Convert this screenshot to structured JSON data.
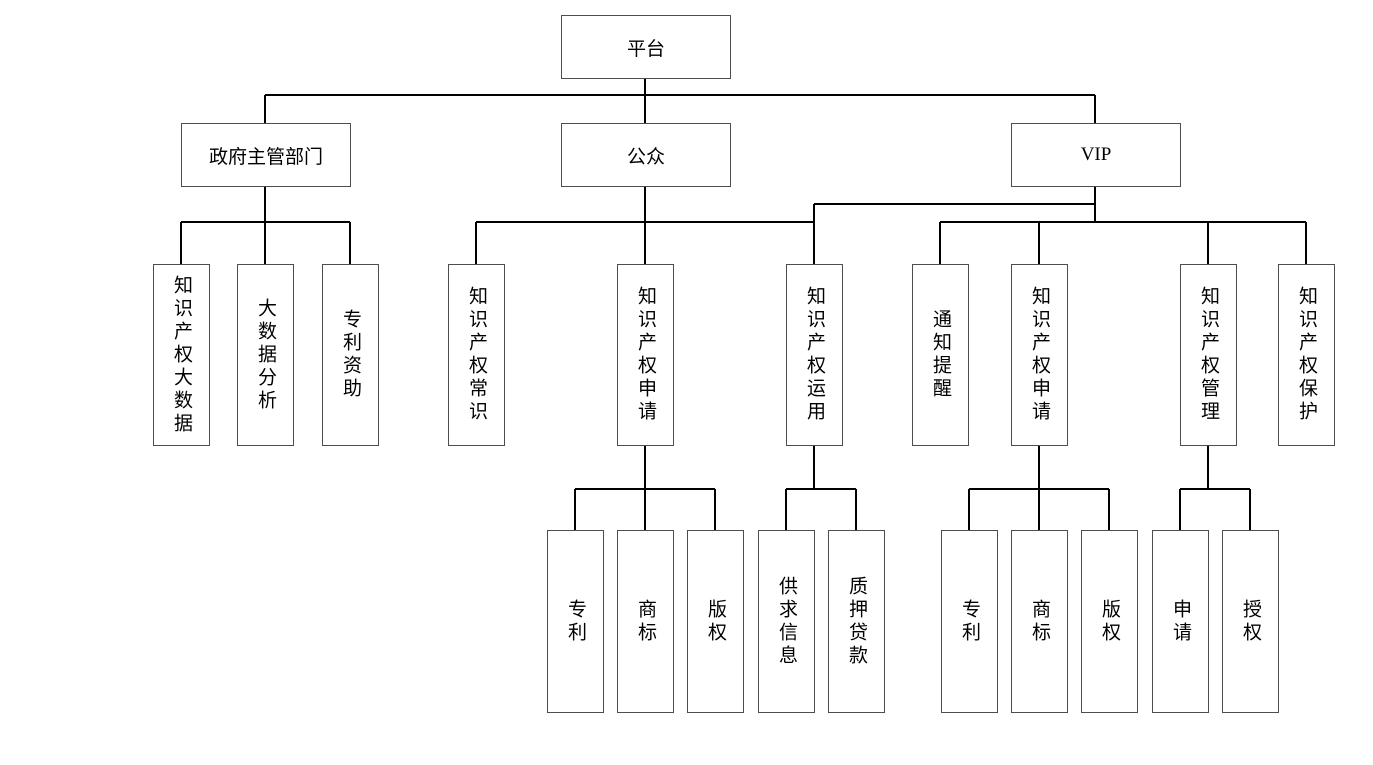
{
  "diagram": {
    "root": "平台",
    "level1": {
      "government": "政府主管部门",
      "public": "公众",
      "vip": "VIP"
    },
    "government_children": [
      "知识产权大数据",
      "大数据分析",
      "专利资助"
    ],
    "public_children": [
      "知识产权常识",
      "知识产权申请",
      "知识产权运用"
    ],
    "public_application_children": [
      "专利",
      "商标",
      "版权"
    ],
    "public_utilization_children": [
      "供求信息",
      "质押贷款"
    ],
    "vip_children": [
      "通知提醒",
      "知识产权申请",
      "知识产权管理",
      "知识产权保护"
    ],
    "vip_application_children": [
      "专利",
      "商标",
      "版权"
    ],
    "vip_management_children": [
      "申请",
      "授权"
    ]
  }
}
